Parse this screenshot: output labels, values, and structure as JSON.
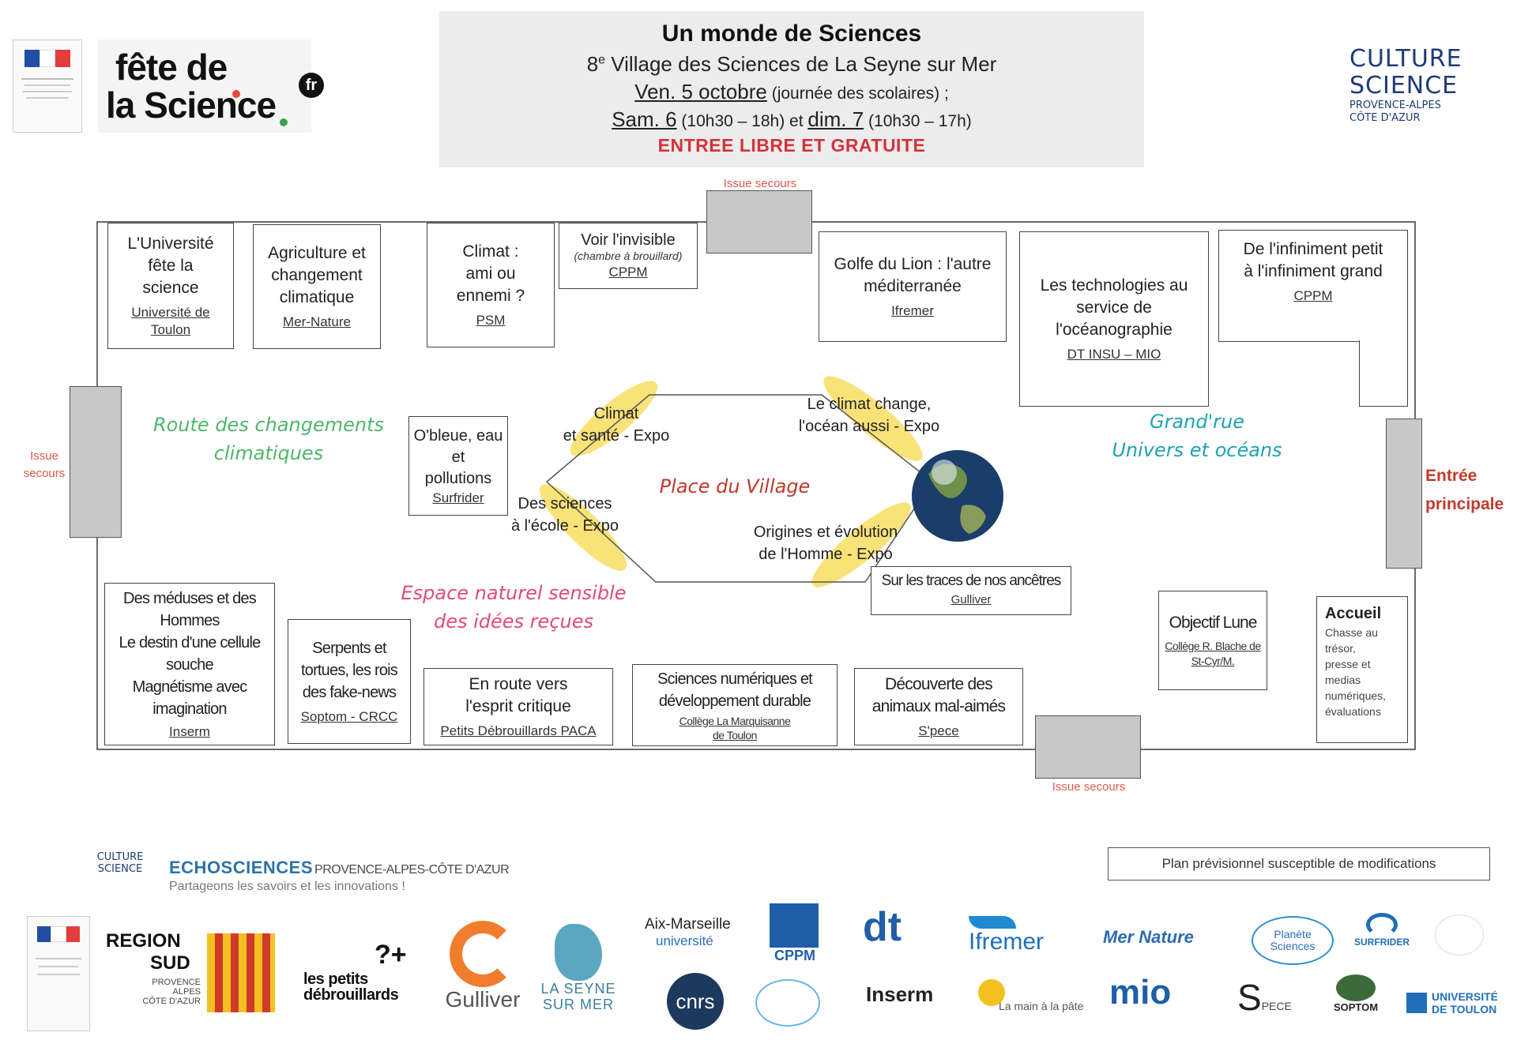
{
  "header": {
    "title": "Un monde de Sciences",
    "line2": "8e Village des Sciences de La Seyne sur Mer",
    "line3a": "Ven. 5 octobre",
    "line3b": " (journée des scolaires) ;",
    "line4a": "Sam. 6",
    "line4b": " (10h30 – 18h) et ",
    "line4c": "dim. 7",
    "line4d": " (10h30 – 17h)",
    "line5": "ENTREE LIBRE ET GRATUITE",
    "sup": "e"
  },
  "brand": {
    "fete1": "fête de",
    "fete2": "la Science",
    "fr": "fr",
    "cs1": "CULTURE",
    "cs2": "SCIENCE",
    "cs3": "PROVENCE-ALPES",
    "cs4": "CÔTE D'AZUR"
  },
  "exits": {
    "top": "Issue secours",
    "left1": "Issue",
    "left2": "secours",
    "bottom": "Issue secours",
    "entree1": "Entrée",
    "entree2": "principale"
  },
  "stands": {
    "univ": {
      "title": "L'Université\nfête la\nscience",
      "org": "Université de\nToulon"
    },
    "agri": {
      "title": "Agriculture et\nchangement\nclimatique",
      "org": "Mer-Nature"
    },
    "climat": {
      "title": "Climat :\nami ou\nennemi ?",
      "org": "PSM"
    },
    "voir": {
      "title": "Voir l'invisible",
      "sub": "(chambre à brouillard)",
      "org": "CPPM"
    },
    "golfe": {
      "title": "Golfe du Lion : l'autre\nméditerranée",
      "org": "Ifremer"
    },
    "techno": {
      "title": "Les technologies au\nservice de\nl'océanographie",
      "org": "DT INSU – MIO"
    },
    "infini": {
      "title": "De l'infiniment petit\nà l'infiniment grand",
      "org": "CPPM"
    },
    "obleue": {
      "title": "O'bleue, eau\net\npollutions",
      "org": "Surfrider"
    },
    "traces": {
      "title": "Sur les traces de nos ancêtres",
      "org": "Gulliver"
    },
    "lune": {
      "title": "Objectif Lune",
      "org": "Collège R. Blache\nde St-Cyr/M."
    },
    "meduses": {
      "title": "Des méduses et des\nHommes\nLe destin d'une cellule\nsouche\nMagnétisme avec\nimagination",
      "org": "Inserm"
    },
    "serpents": {
      "title": "Serpents et\ntortues, les rois\ndes fake-news",
      "org": "Soptom - CRCC"
    },
    "route": {
      "title": "En route vers\nl'esprit critique",
      "org": "Petits Débrouillards PACA"
    },
    "numeriques": {
      "title": "Sciences numériques et\ndéveloppement durable",
      "org": "Collège La Marquisanne\nde Toulon"
    },
    "animaux": {
      "title": "Découverte des\nanimaux mal-aimés",
      "org": "S'pece"
    },
    "accueil": {
      "title": "Accueil",
      "desc": "Chasse au\ntrésor,\npresse et\nmedias\nnumériques,\névaluations"
    }
  },
  "routes": {
    "changements": "Route des changements\nclimatiques",
    "grandrue": "Grand'rue\nUnivers et océans",
    "espace": "Espace naturel sensible\ndes idées reçues"
  },
  "place": {
    "title": "Place du Village",
    "sante": "Climat\net santé - Expo",
    "ocean": "Le climat change,\nl'océan aussi - Expo",
    "ecole": "Des sciences\nà l'école - Expo",
    "origines": "Origines et évolution\nde l'Homme - Expo"
  },
  "footer": {
    "notice": "Plan prévisionnel susceptible de modifications",
    "echo1": "ECHOSCIENCES",
    "echo2": "PROVENCE-ALPES-CÔTE D'AZUR",
    "echo3": "Partageons les savoirs et les innovations !",
    "cs_small": "CULTURE\nSCIENCE",
    "logos": {
      "region1": "REGION",
      "region2": "SUD",
      "region3": "PROVENCE\nALPES\nCÔTE D'AZUR",
      "petits": "les petits\ndébrouillards",
      "gulliver": "Gulliver",
      "laseyne": "LA SEYNE\nSUR MER",
      "amu1": "Aix-Marseille",
      "amu2": "université",
      "cppm": "CPPM",
      "cnrs": "cnrs",
      "inserm": "Inserm",
      "ifremer": "Ifremer",
      "mainpate": "La main à la pâte",
      "mernature": "Mer Nature",
      "mio": "mio",
      "planete": "Planète\nSciences",
      "surfrider": "SURFRIDER",
      "spece": "PECE",
      "soptom": "SOPTOM",
      "utoulon": "UNIVERSITÉ\nDE TOULON"
    }
  },
  "colors": {
    "route_green": "#52b56b",
    "route_teal": "#20a3b0",
    "route_pink": "#e0497f",
    "place_red": "#c0392b",
    "entree_red": "#c23a2e",
    "exit_red": "#e2564c",
    "header_bg": "#ececec",
    "gratuit_red": "#d3333b",
    "glow_yellow": "#f7d84a"
  }
}
